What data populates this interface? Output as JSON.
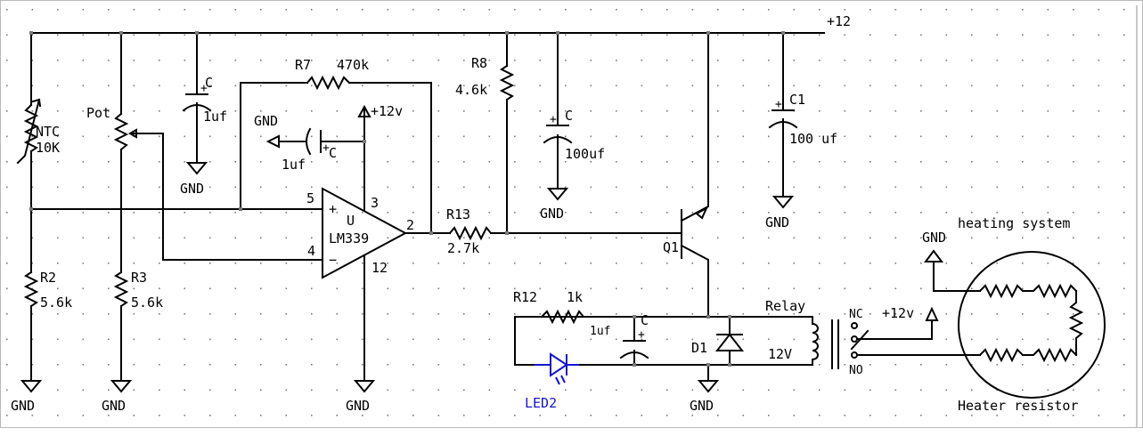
{
  "supply": {
    "plus12": "+12",
    "opamp_supply": "+12v",
    "relay_supply": "+12v"
  },
  "gnd": "GND",
  "components": {
    "ntc": {
      "name": "NTC",
      "value": "10K"
    },
    "pot": {
      "name": "Pot"
    },
    "c_top": {
      "name": "C",
      "value": "1uf"
    },
    "c_fb": {
      "name": "C",
      "value": "1uf"
    },
    "r7": {
      "name": "R7",
      "value": "470k"
    },
    "r8": {
      "name": "R8",
      "value": "4.6k"
    },
    "c_mid": {
      "name": "C",
      "value": "100uf"
    },
    "c1": {
      "name": "C1",
      "value": "100 uf"
    },
    "r2": {
      "name": "R2",
      "value": "5.6k"
    },
    "r3": {
      "name": "R3",
      "value": "5.6k"
    },
    "u": {
      "name": "U",
      "part": "LM339",
      "pin_plus_sign": "+",
      "pin_minus_sign": "−",
      "pin5": "5",
      "pin4": "4",
      "pin3": "3",
      "pin2": "2",
      "pin12": "12"
    },
    "r13": {
      "name": "R13",
      "value": "2.7k"
    },
    "q1": {
      "name": "Q1"
    },
    "r12": {
      "name": "R12",
      "value": "1k"
    },
    "c_led": {
      "name": "C",
      "value": "1uf"
    },
    "led2": {
      "name": "LED2"
    },
    "d1": {
      "name": "D1"
    },
    "relay": {
      "name": "Relay",
      "coil": "12V",
      "nc": "NC",
      "no": "NO"
    }
  },
  "heating": {
    "title": "heating system",
    "caption": "Heater resistor"
  },
  "colors": {
    "wire": "#000000",
    "led": "#1414d2",
    "grid_dot": "#7a7a7a"
  }
}
